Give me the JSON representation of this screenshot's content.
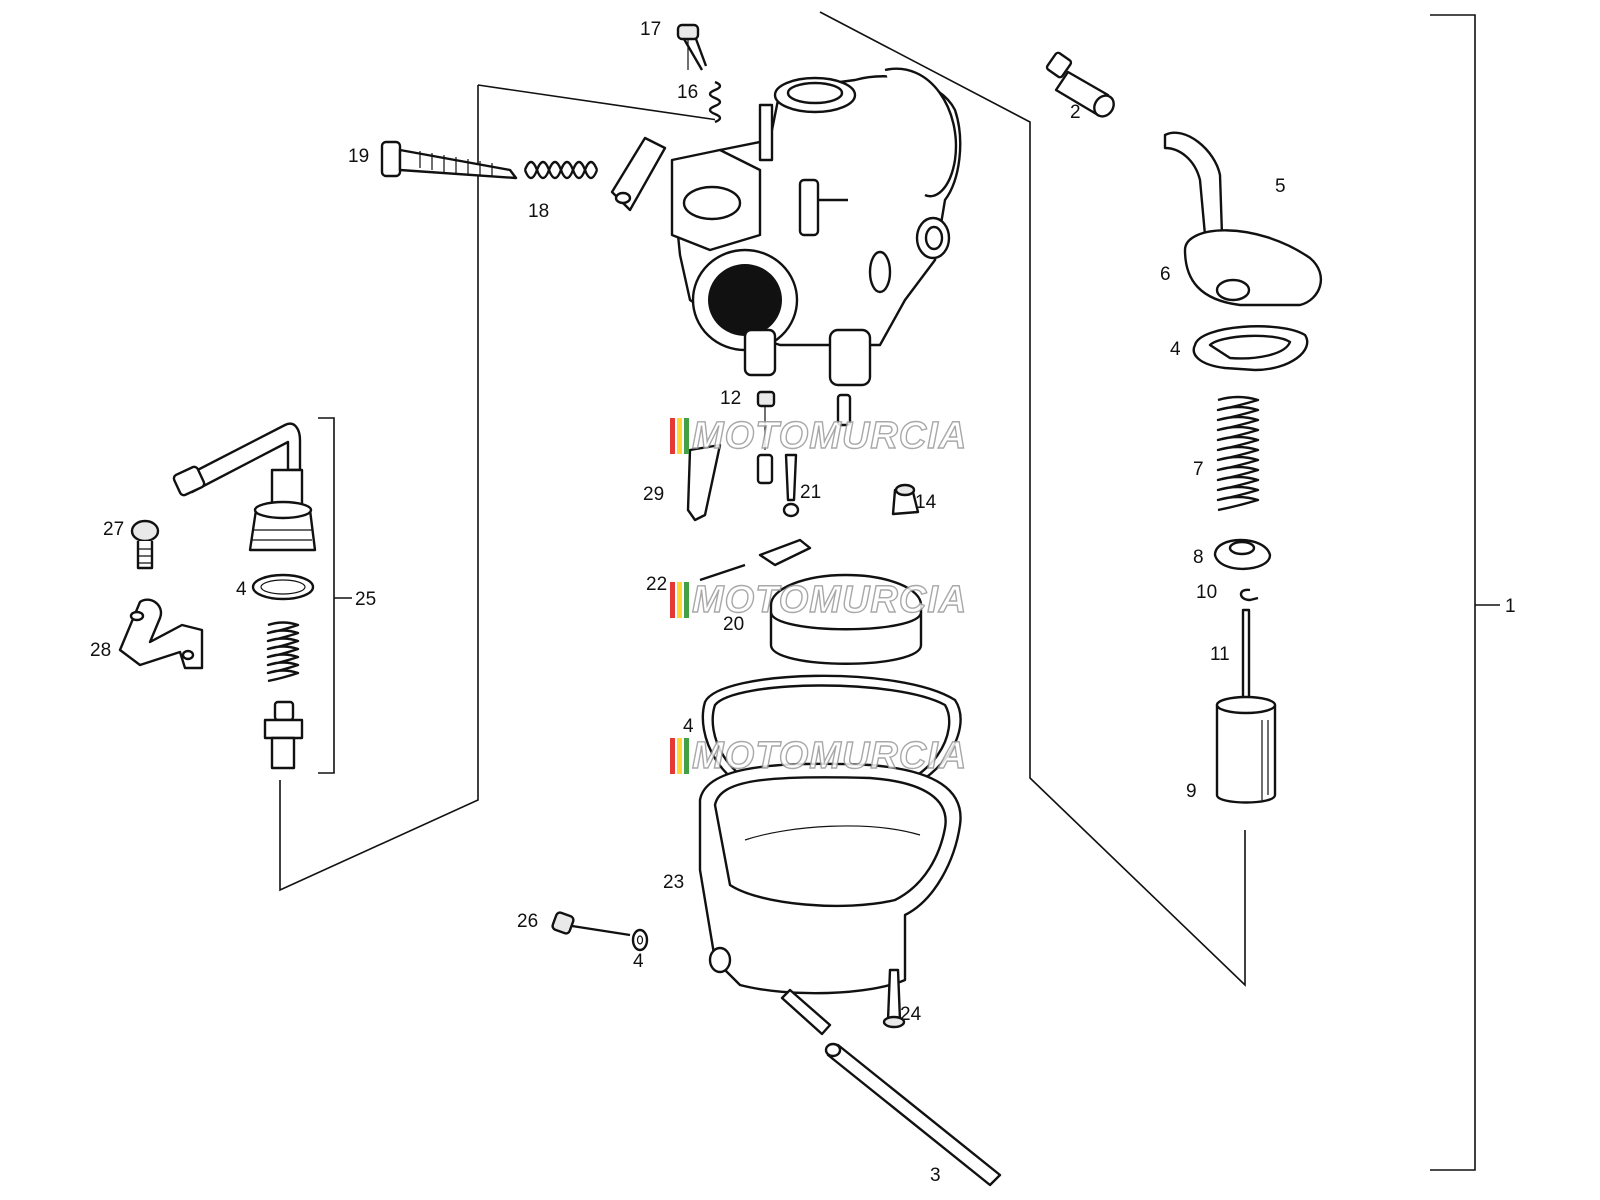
{
  "watermark": {
    "text": "MOTOMURCIA",
    "stripe_colors": [
      "#e53935",
      "#fdd835",
      "#43a047"
    ]
  },
  "callouts": [
    {
      "id": "c1",
      "text": "1"
    },
    {
      "id": "c2",
      "text": "2"
    },
    {
      "id": "c3",
      "text": "3"
    },
    {
      "id": "c4a",
      "text": "4"
    },
    {
      "id": "c4b",
      "text": "4"
    },
    {
      "id": "c4c",
      "text": "4"
    },
    {
      "id": "c4d",
      "text": "4"
    },
    {
      "id": "c5",
      "text": "5"
    },
    {
      "id": "c6",
      "text": "6"
    },
    {
      "id": "c7",
      "text": "7"
    },
    {
      "id": "c8",
      "text": "8"
    },
    {
      "id": "c9",
      "text": "9"
    },
    {
      "id": "c10",
      "text": "10"
    },
    {
      "id": "c11",
      "text": "11"
    },
    {
      "id": "c12",
      "text": "12"
    },
    {
      "id": "c14",
      "text": "14"
    },
    {
      "id": "c16",
      "text": "16"
    },
    {
      "id": "c17",
      "text": "17"
    },
    {
      "id": "c18",
      "text": "18"
    },
    {
      "id": "c19",
      "text": "19"
    },
    {
      "id": "c20",
      "text": "20"
    },
    {
      "id": "c21",
      "text": "21"
    },
    {
      "id": "c22",
      "text": "22"
    },
    {
      "id": "c23",
      "text": "23"
    },
    {
      "id": "c24",
      "text": "24"
    },
    {
      "id": "c25",
      "text": "25"
    },
    {
      "id": "c26",
      "text": "26"
    },
    {
      "id": "c27",
      "text": "27"
    },
    {
      "id": "c28",
      "text": "28"
    },
    {
      "id": "c29",
      "text": "29"
    }
  ]
}
